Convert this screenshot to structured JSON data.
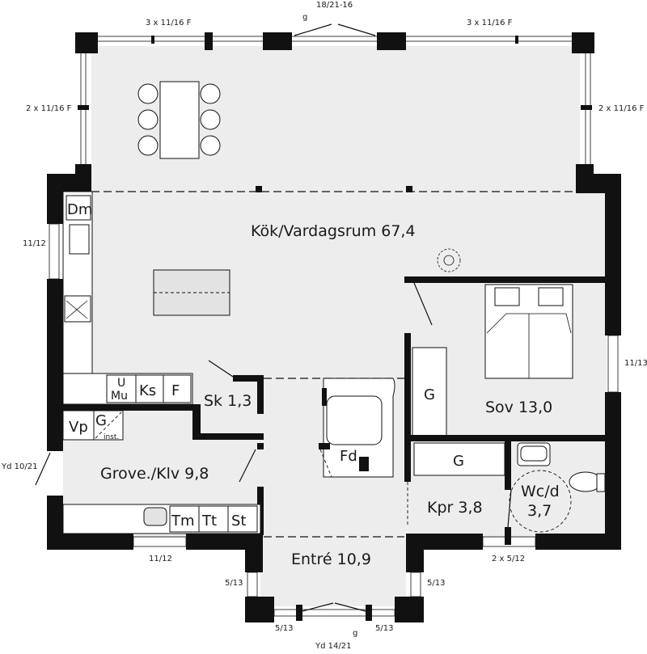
{
  "rooms": {
    "kitchen_living": "Kök/Vardagsrum 67,4",
    "bedroom": "Sov 13,0",
    "laundry": "Grove./Klv 9,8",
    "closet_sk": "Sk 1,3",
    "entry": "Entré 10,9",
    "wardrobe_kpr": "Kpr 3,8",
    "wc_line1": "Wc/d",
    "wc_line2": "3,7"
  },
  "fixtures": {
    "dishwasher": "Dm",
    "micro_top": "U",
    "micro_bottom": "Mu",
    "fridge_freezer": "Ks",
    "freezer": "F",
    "water_heater": "Vp",
    "g_laundry": "G",
    "inst": "inst.",
    "washer": "Tm",
    "dryer": "Tt",
    "drying_cabinet": "St",
    "fireplace": "Fd",
    "wardrobe_bedroom": "G",
    "wardrobe_kpr": "G"
  },
  "windows": {
    "top_left": "3 x 11/16 F",
    "top_center": "18/21-16",
    "top_center_g": "g",
    "top_right": "3 x 11/16 F",
    "side_left": "2 x 11/16 F",
    "side_right": "2 x 11/16 F",
    "left_kitchen": "11/12",
    "right_bedroom": "11/13",
    "left_door": "Yd 10/21",
    "bottom_laundry": "11/12",
    "bottom_wc": "2 x 5/12",
    "entry_left": "5/13",
    "entry_right": "5/13",
    "entry_bottom_left": "5/13",
    "entry_bottom_right": "5/13",
    "entry_door": "Yd 14/21",
    "entry_door_g": "g"
  }
}
